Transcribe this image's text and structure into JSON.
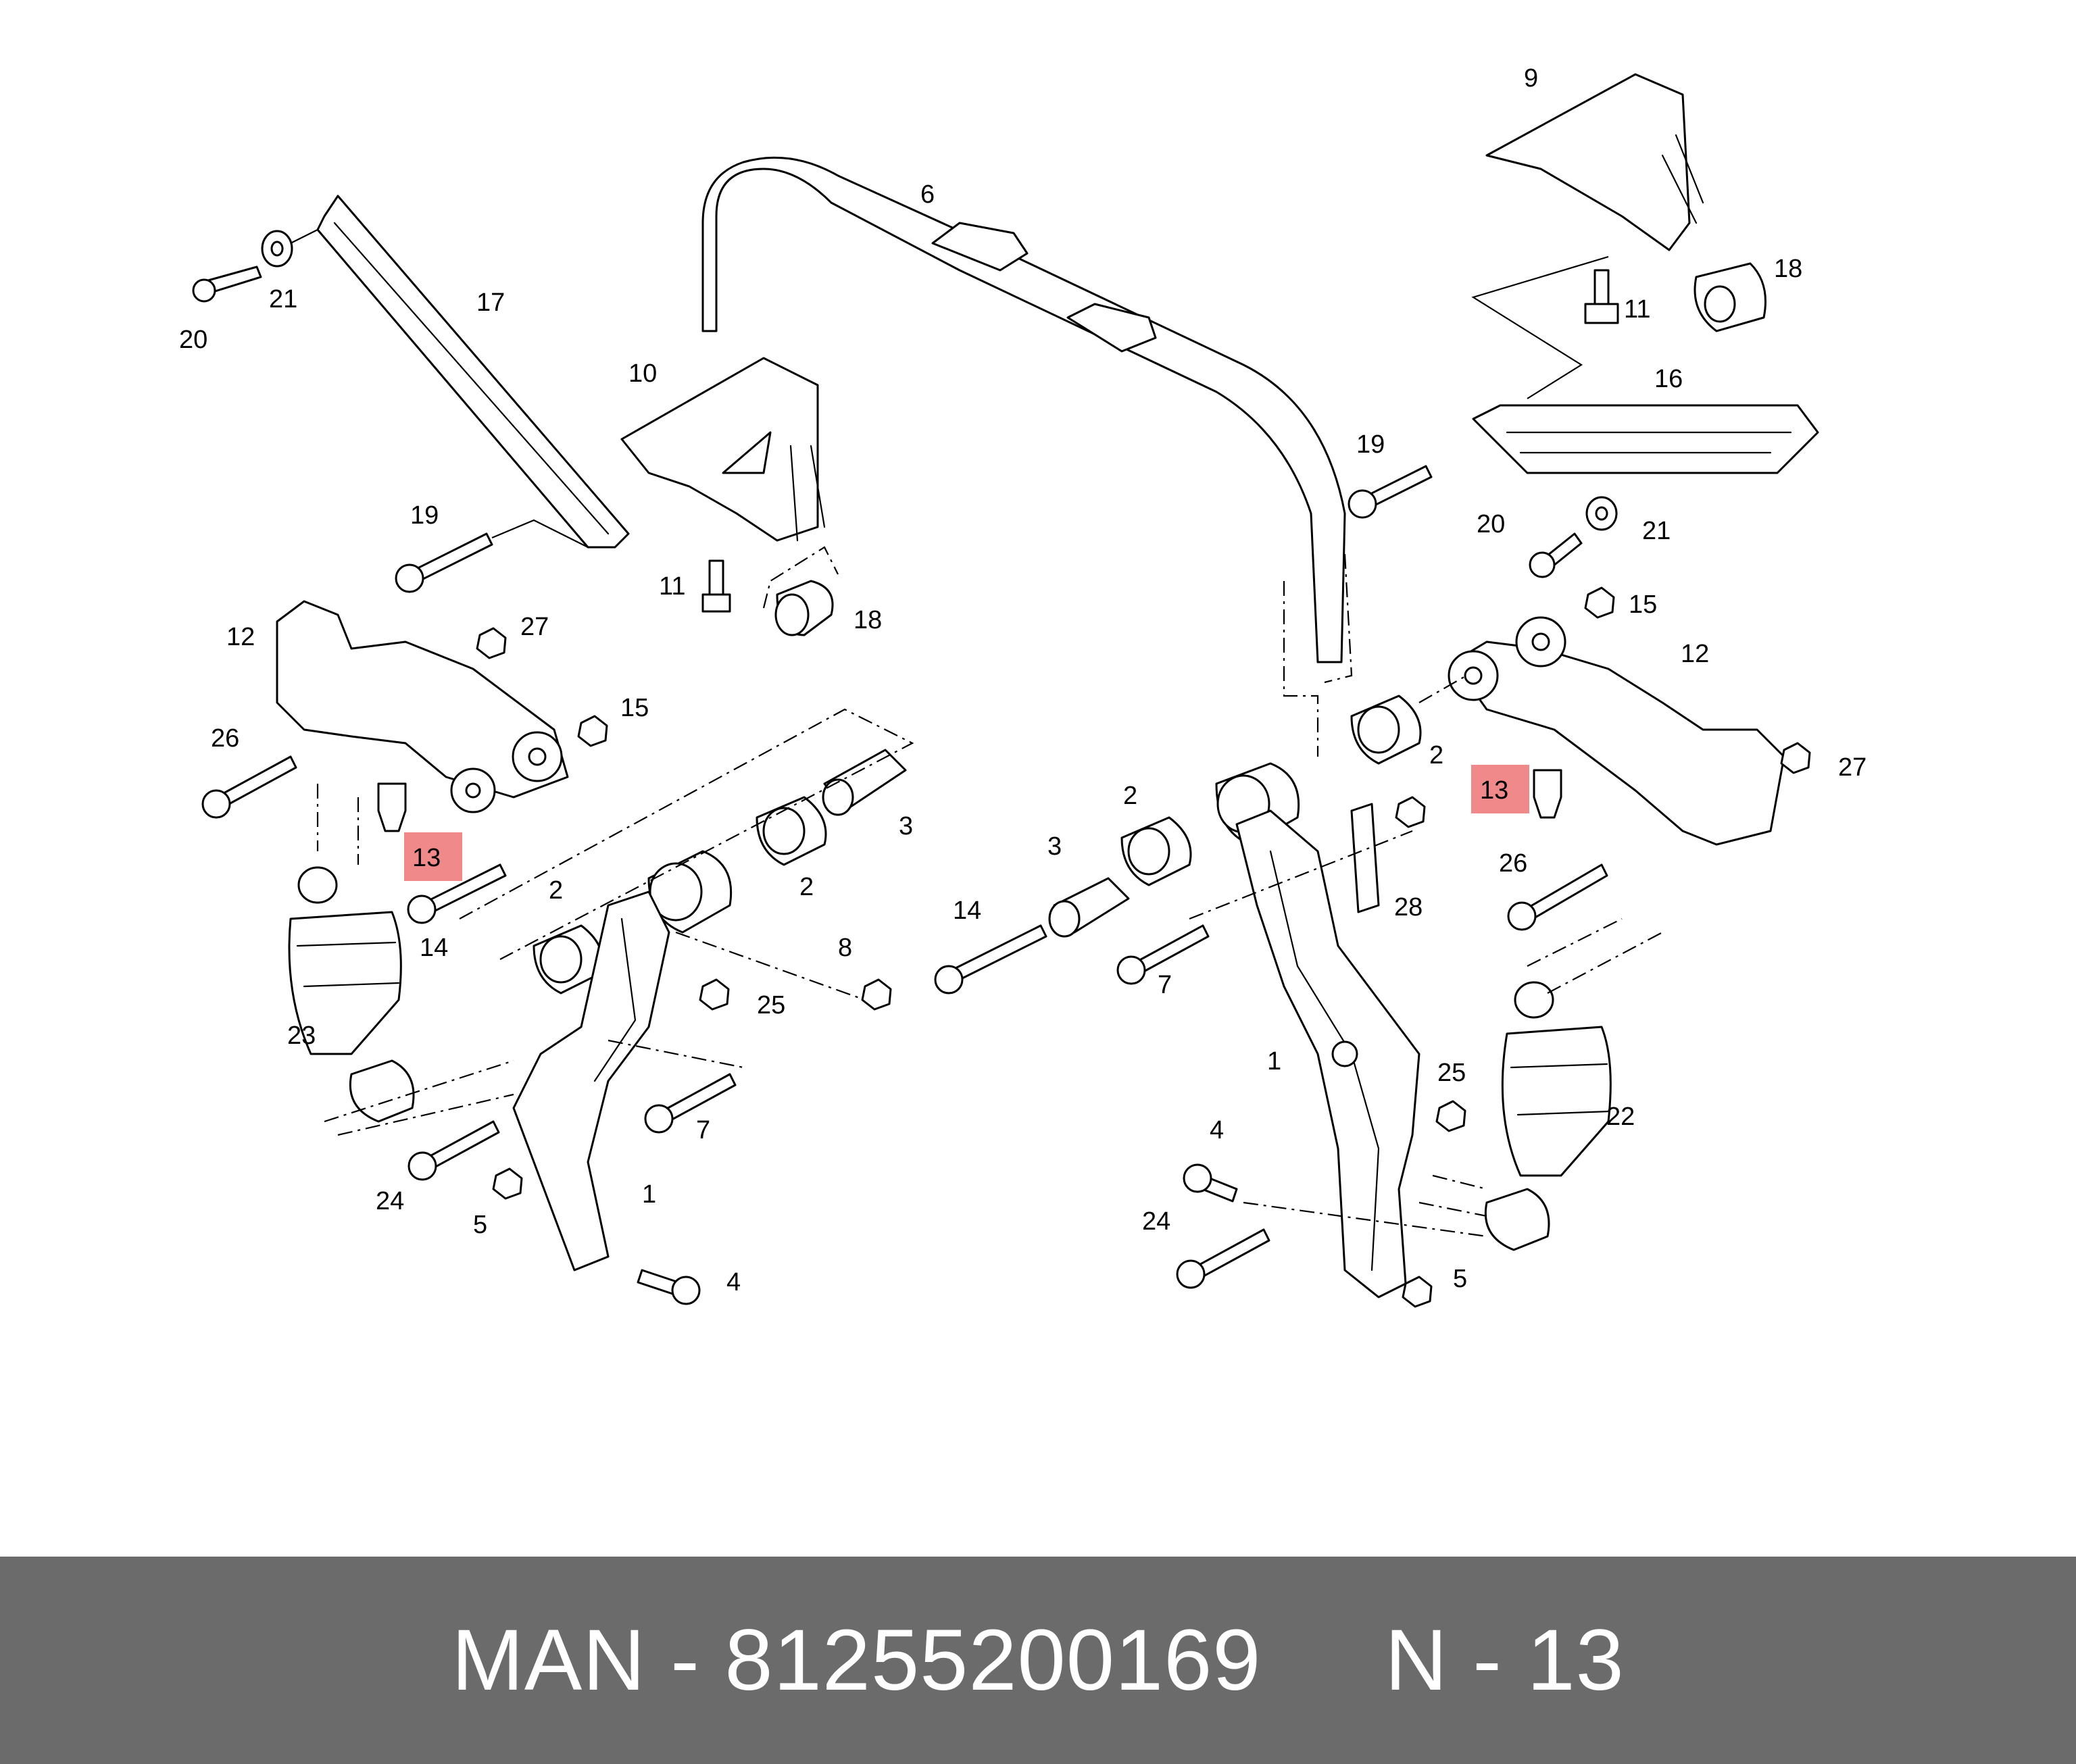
{
  "callouts": {
    "left_17": "17",
    "left_21": "21",
    "left_20": "20",
    "left_19": "19",
    "left_10": "10",
    "left_11": "11",
    "left_18": "18",
    "left_12": "12",
    "left_27": "27",
    "left_15": "15",
    "left_26": "26",
    "left_13": "13",
    "left_14": "14",
    "left_2a": "2",
    "left_2b": "2",
    "left_3": "3",
    "left_8": "8",
    "left_25": "25",
    "left_23": "23",
    "left_7": "7",
    "left_24": "24",
    "left_5": "5",
    "left_1": "1",
    "left_4": "4",
    "center_6": "6",
    "right_9": "9",
    "right_18": "18",
    "right_11": "11",
    "right_16": "16",
    "right_19": "19",
    "right_20": "20",
    "right_21": "21",
    "right_15": "15",
    "right_12": "12",
    "right_2a": "2",
    "right_2b": "2",
    "right_27": "27",
    "right_13": "13",
    "right_26": "26",
    "right_3": "3",
    "right_14": "14",
    "right_28": "28",
    "right_7": "7",
    "right_1": "1",
    "right_25": "25",
    "right_22": "22",
    "right_4": "4",
    "right_24": "24",
    "right_5": "5"
  },
  "highlight_color": "#f08a8a",
  "footer": {
    "text": "MAN - 81255200169     N - 13",
    "background": "#6b6b6b",
    "color": "#ffffff"
  }
}
